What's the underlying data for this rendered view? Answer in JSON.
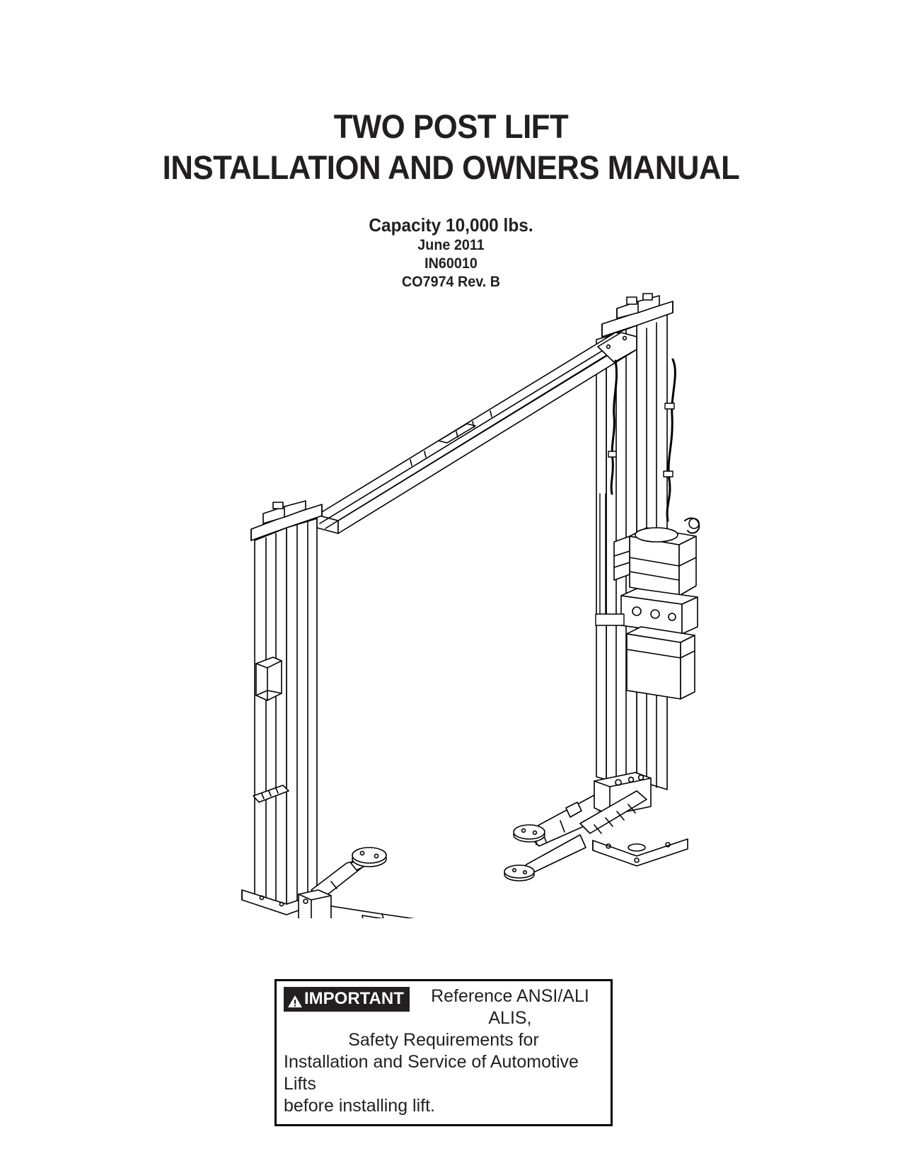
{
  "document": {
    "title_line_1": "TWO POST LIFT",
    "title_line_2": "INSTALLATION AND OWNERS MANUAL",
    "capacity": "Capacity 10,000 lbs.",
    "date": "June 2011",
    "part_number": "IN60010",
    "revision": "CO7974 Rev. B"
  },
  "illustration": {
    "caption": "two-post-vehicle-lift-isometric-line-drawing",
    "parts": [
      "overhead-crossbeam",
      "left-column",
      "right-column",
      "power-unit",
      "hydraulic-hose",
      "left-lift-arms",
      "right-lift-arms",
      "swivel-pads",
      "base-plates",
      "lock-ladder",
      "equalizer-cable"
    ]
  },
  "notice": {
    "badge_label": "IMPORTANT",
    "badge_icon": "warning-triangle-icon",
    "line_1": "Reference ANSI/ALI ALIS,",
    "line_2": "Safety Requirements for",
    "line_3": "Installation and Service of Automotive Lifts",
    "line_4": "before installing lift."
  },
  "colors": {
    "ink": "#231f20",
    "badge_background": "#231f20",
    "badge_text": "#ffffff",
    "page_background": "#ffffff"
  }
}
